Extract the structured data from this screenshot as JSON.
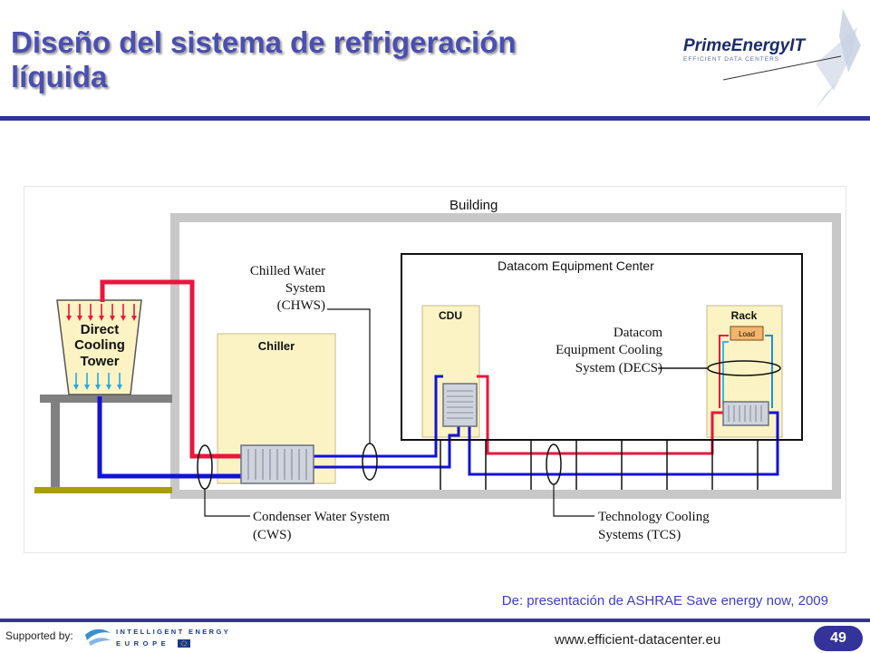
{
  "slide": {
    "title": "Diseño del sistema de refrigeración líquida",
    "logo_text": "PrimeEnergyIT",
    "logo_subtext": "EFFICIENT DATA CENTERS",
    "caption": "De: presentación de ASHRAE Save energy now, 2009",
    "supported_by": "Supported by:",
    "supporter_logo_line1": "INTELLIGENT ENERGY",
    "supporter_logo_line2": "EUROPE",
    "url": "www.efficient-datacenter.eu",
    "page_number": "49"
  },
  "diagram": {
    "building": "Building",
    "datacom_center": "Datacom Equipment Center",
    "tower_line1": "Direct",
    "tower_line2": "Cooling",
    "tower_line3": "Tower",
    "chiller": "Chiller",
    "cdu": "CDU",
    "rack": "Rack",
    "load": "Load",
    "chws_line1": "Chilled Water",
    "chws_line2": "System",
    "chws_line3": "(CHWS)",
    "decs_line1": "Datacom",
    "decs_line2": "Equipment Cooling",
    "decs_line3": "System (DECS)",
    "cws_line1": "Condenser Water System",
    "cws_line2": "(CWS)",
    "tcs_line1": "Technology Cooling",
    "tcs_line2": "Systems (TCS)",
    "colors": {
      "hot": "#e8173c",
      "cold": "#1212d8",
      "equipment_fill": "#fbf3c4",
      "ground": "#a8a000",
      "building_wall": "#c8c8c8"
    }
  }
}
